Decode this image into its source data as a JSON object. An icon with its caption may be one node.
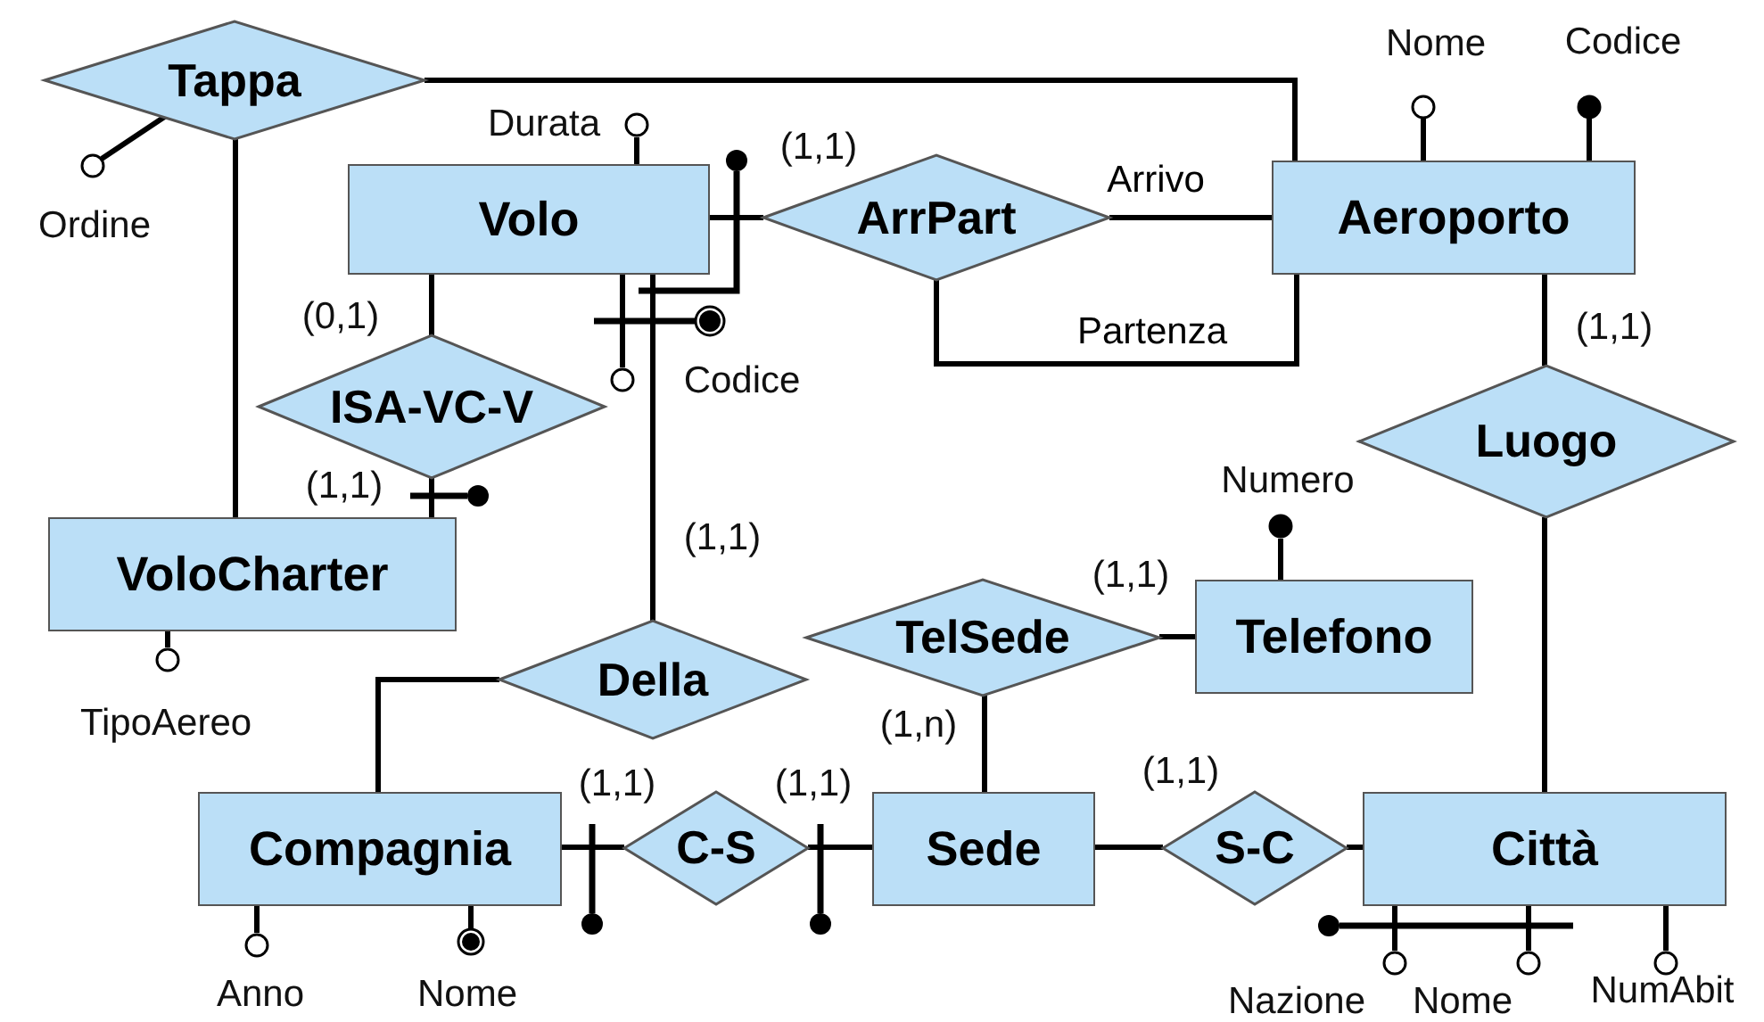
{
  "diagram": {
    "nodes": [
      {
        "text": [
          "Tappa"
        ]
      },
      {
        "text": [
          "Volo"
        ]
      },
      {
        "text": [
          "ArrPart"
        ]
      },
      {
        "text": [
          "Aeroporto"
        ]
      },
      {
        "text": [
          "ISA-VC-V"
        ]
      },
      {
        "text": [
          "Luogo"
        ]
      },
      {
        "text": [
          "VoloCharter"
        ]
      },
      {
        "text": [
          "TelSede"
        ]
      },
      {
        "text": [
          "Telefono"
        ]
      },
      {
        "text": [
          "Della"
        ]
      },
      {
        "text": [
          "Compagnia"
        ]
      },
      {
        "text": [
          "C-S"
        ]
      },
      {
        "text": [
          "Sede"
        ]
      },
      {
        "text": [
          "S-C"
        ]
      },
      {
        "text": [
          "Città"
        ]
      }
    ],
    "edges": [
      {
        "from": 0,
        "to": 6,
        "arrow": "none"
      },
      {
        "from": 0,
        "to": 3,
        "arrow": "none"
      },
      {
        "from": 1,
        "to": 2,
        "arrow": "none"
      },
      {
        "from": 2,
        "to": 3,
        "arrow": "none",
        "label": "Arrivo"
      },
      {
        "from": 2,
        "to": 3,
        "arrow": "none",
        "label": "Partenza"
      },
      {
        "from": 1,
        "to": 4,
        "arrow": "none"
      },
      {
        "from": 4,
        "to": 6,
        "arrow": "none"
      },
      {
        "from": 1,
        "to": 9,
        "arrow": "none"
      },
      {
        "from": 9,
        "to": 10,
        "arrow": "none"
      },
      {
        "from": 3,
        "to": 5,
        "arrow": "none"
      },
      {
        "from": 5,
        "to": 14,
        "arrow": "none"
      },
      {
        "from": 7,
        "to": 8,
        "arrow": "none"
      },
      {
        "from": 7,
        "to": 12,
        "arrow": "none"
      },
      {
        "from": 10,
        "to": 11,
        "arrow": "none"
      },
      {
        "from": 11,
        "to": 12,
        "arrow": "none"
      },
      {
        "from": 12,
        "to": 13,
        "arrow": "none"
      },
      {
        "from": 13,
        "to": 14,
        "arrow": "none"
      }
    ],
    "labels": [
      "Nome",
      "Codice",
      "Durata",
      "(1,1)",
      "Ordine",
      "(0,1)",
      "Codice",
      "(1,1)",
      "(1,1)",
      "Numero",
      "(1,1)",
      "(1,1)",
      "TipoAereo",
      "(1,n)",
      "(1,1)",
      "(1,1)",
      "(1,1)",
      "Anno",
      "Nome",
      "Nazione",
      "Nome",
      "NumAbit"
    ]
  }
}
